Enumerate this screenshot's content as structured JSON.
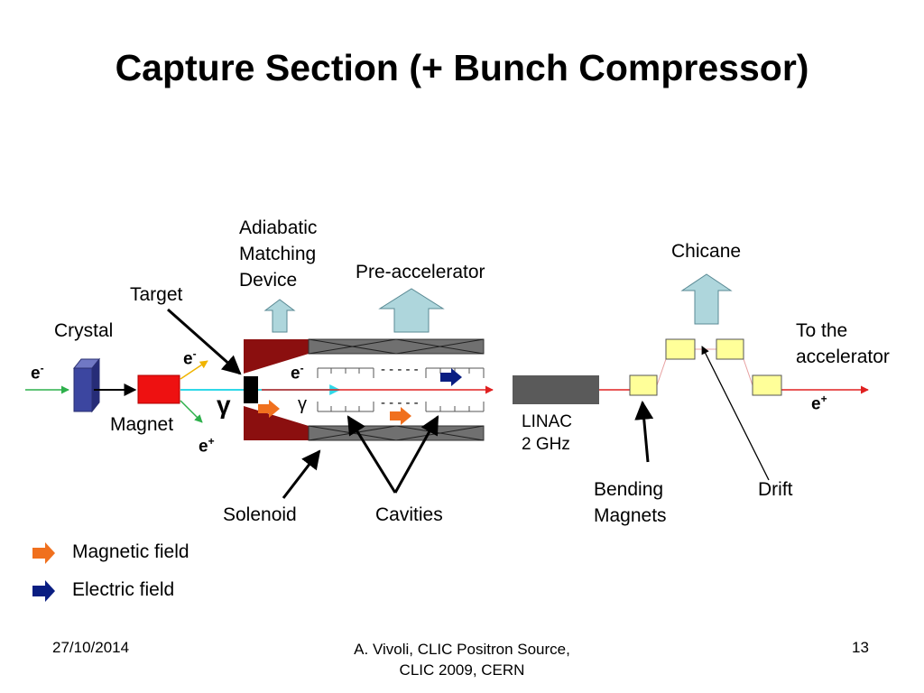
{
  "title": "Capture Section (+ Bunch Compressor)",
  "labels": {
    "adiabatic": [
      "Adiabatic",
      "Matching",
      "Device"
    ],
    "pre_accelerator": "Pre-accelerator",
    "chicane": "Chicane",
    "target": "Target",
    "crystal": "Crystal",
    "to_accelerator": [
      "To the",
      "accelerator"
    ],
    "magnet": "Magnet",
    "linac": [
      "LINAC",
      "2 GHz"
    ],
    "bending_magnets": [
      "Bending",
      "Magnets"
    ],
    "drift": "Drift",
    "solenoid": "Solenoid",
    "cavities": "Cavities",
    "dashes": "- - - - -"
  },
  "particles": {
    "e_minus": "e",
    "e_plus": "e",
    "minus_sup": "-",
    "plus_sup": "+",
    "gamma": "γ"
  },
  "legend": [
    {
      "label": "Magnetic field",
      "color": "#f0701e"
    },
    {
      "label": "Electric field",
      "color": "#0a1e82"
    }
  ],
  "footer": {
    "date": "27/10/2014",
    "source": [
      "A. Vivoli,  CLIC Positron Source,",
      "CLIC 2009, CERN"
    ],
    "page": "13"
  },
  "colors": {
    "crystal": "#3c46a0",
    "magnet": "#ee1111",
    "amd": "#8b0f0f",
    "solenoid": "#707070",
    "linac": "#5a5a5a",
    "bending_magnet": "#ffff99",
    "beam_red": "#e02020",
    "beam_cyan": "#30d8e8",
    "up_arrow": "#aed6dc"
  }
}
